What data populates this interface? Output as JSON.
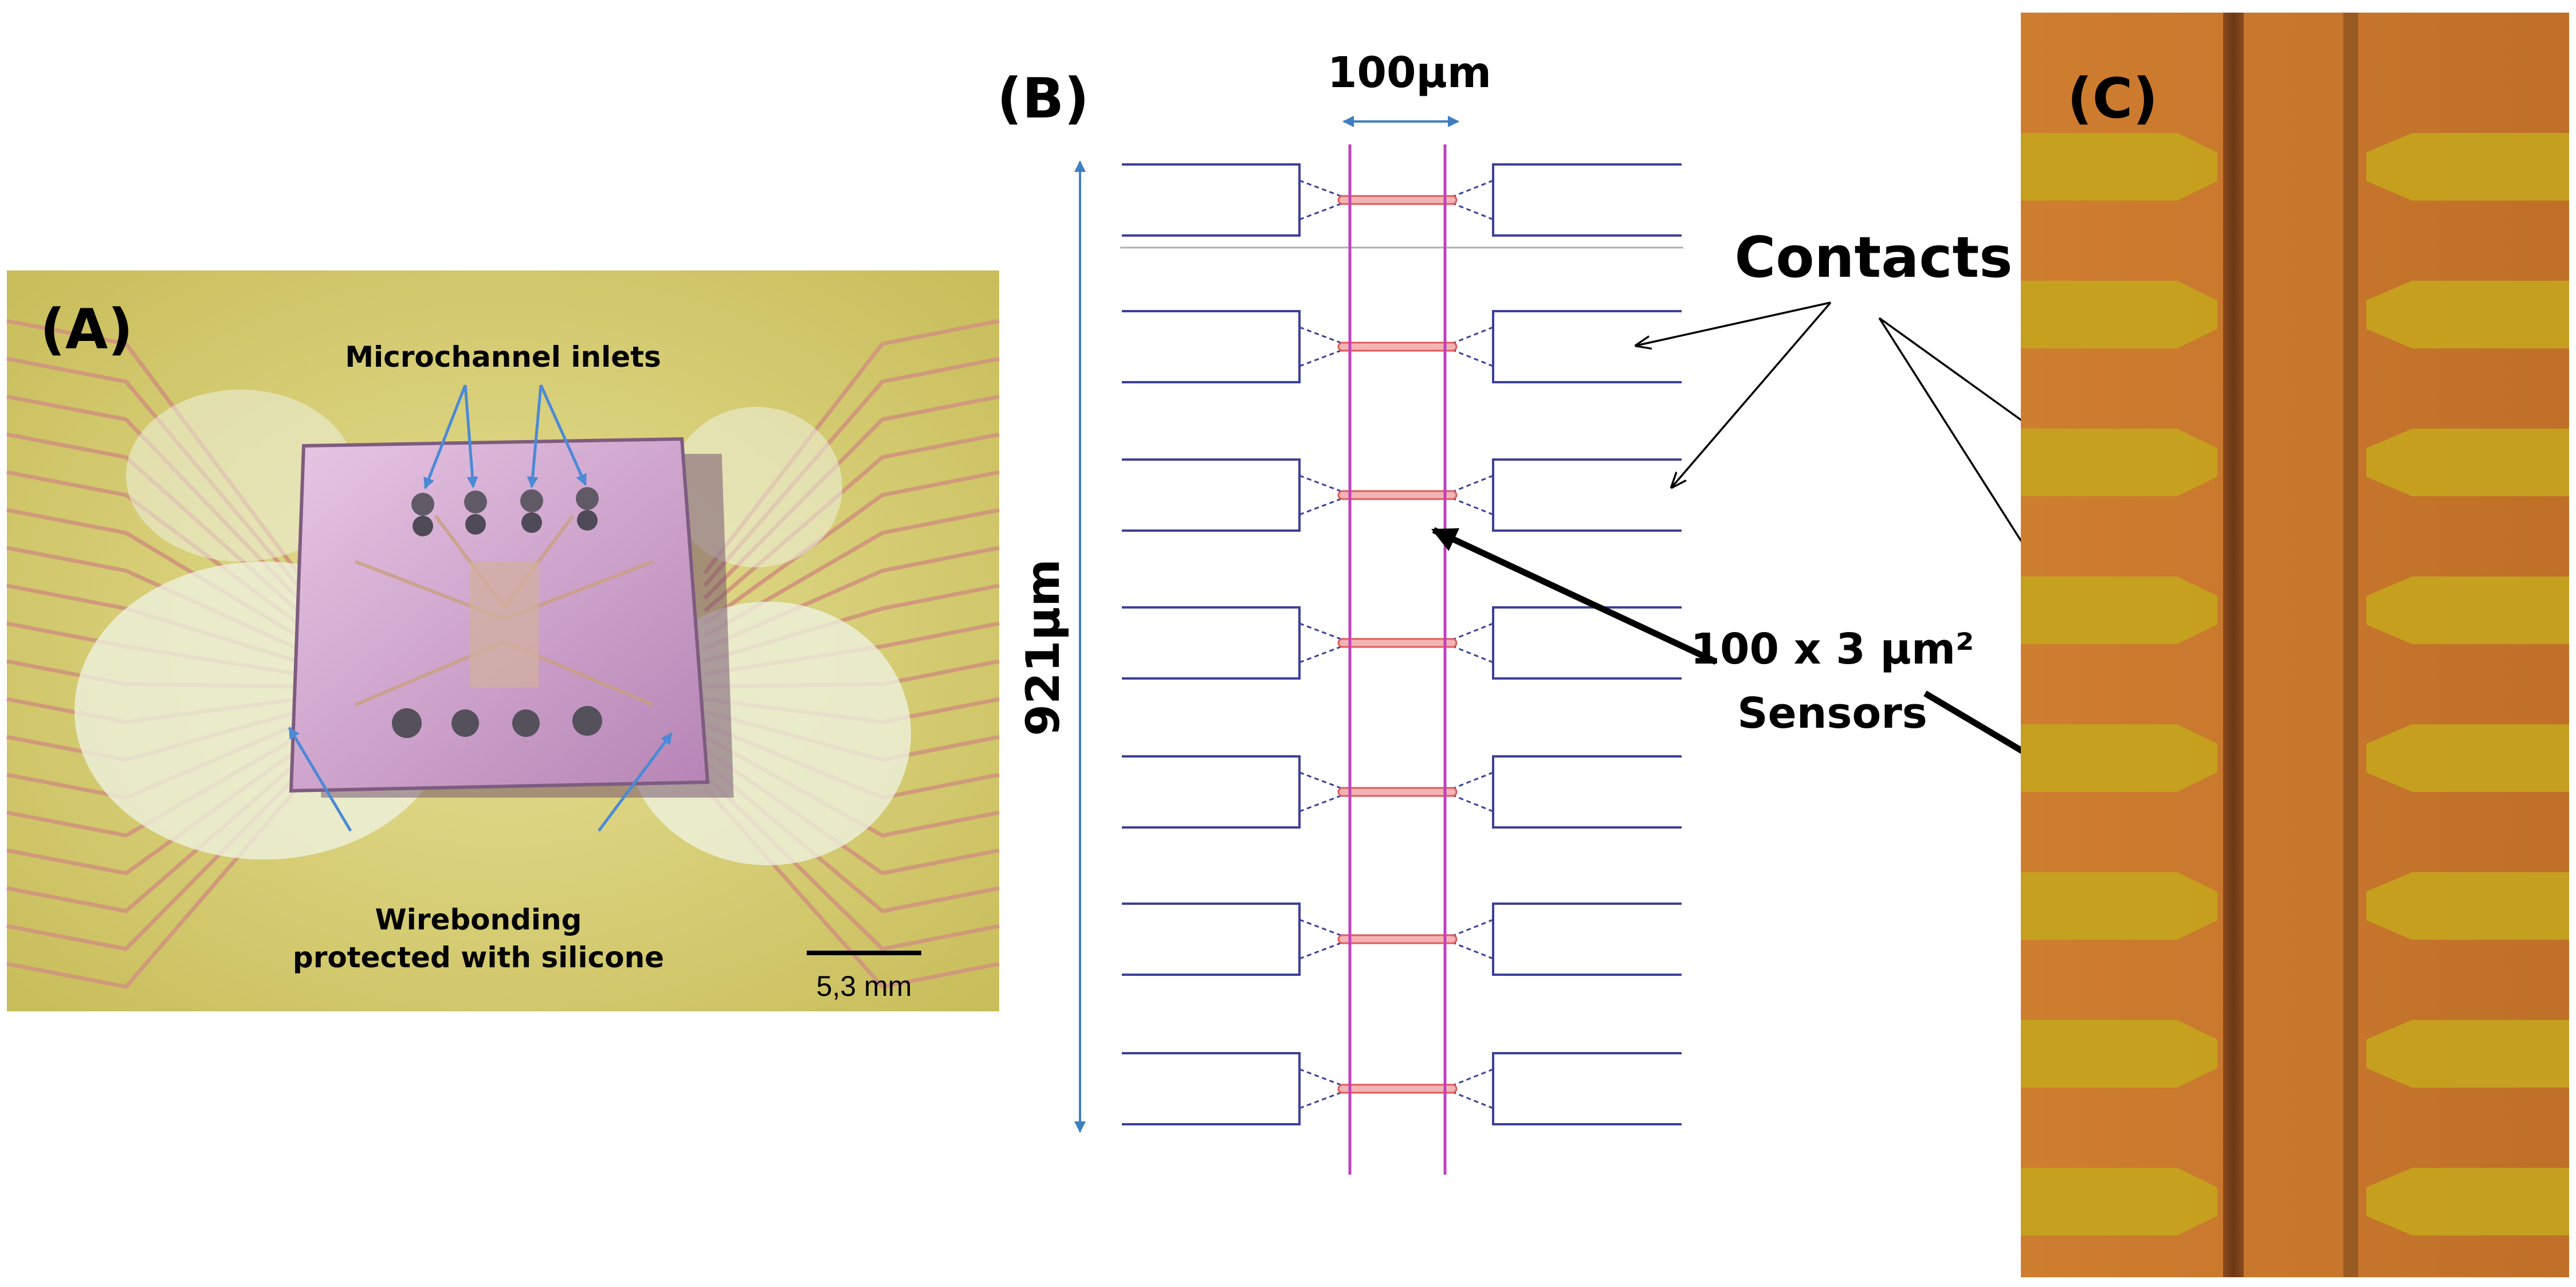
{
  "panel_a": {
    "label": "(A)",
    "inlets_label": "Microchannel inlets",
    "wirebond_line1": "Wirebonding",
    "wirebond_line2": "protected with silicone",
    "scalebar_label": "5,3 mm"
  },
  "panel_b": {
    "label": "(B)",
    "width_label": "100µm",
    "height_label": "921µm",
    "contacts_label": "Contacts",
    "sensors_line1": "100 x 3 µm²",
    "sensors_line2": "Sensors"
  },
  "panel_c": {
    "label": "(C)"
  },
  "colors": {
    "contact_stroke": "#3b3f9a",
    "channel_line": "#c040c0",
    "sensor": "#e05a5a",
    "dimension_arrow": "#3f7fc0",
    "inlet_arrow": "#4a8ad6",
    "board_yellow": "#dcd37a",
    "chip_pink": "#d5a8d3",
    "copper_trace": "#d09a7a",
    "orange_substrate": "#c9782e",
    "gold_contact": "#c5a31e"
  }
}
